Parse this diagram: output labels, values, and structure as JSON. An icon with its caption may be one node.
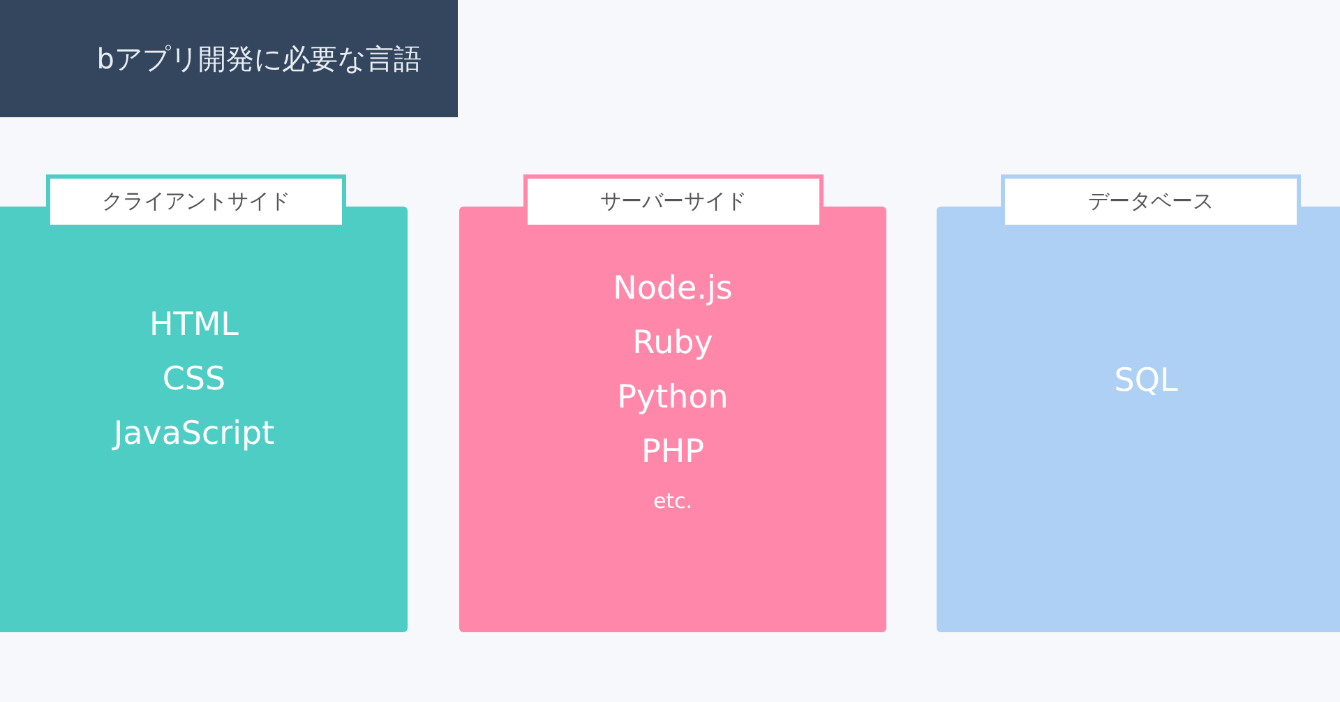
{
  "diagram": {
    "title": "bアプリ開発に必要な言語",
    "nodes": [
      {
        "text": [
          "クライアントサイド",
          "HTML",
          "CSS",
          "JavaScript"
        ]
      },
      {
        "text": [
          "サーバーサイド",
          "Node.js",
          "Ruby",
          "Python",
          "PHP",
          "etc."
        ]
      },
      {
        "text": [
          "データベース",
          "SQL"
        ]
      }
    ]
  }
}
